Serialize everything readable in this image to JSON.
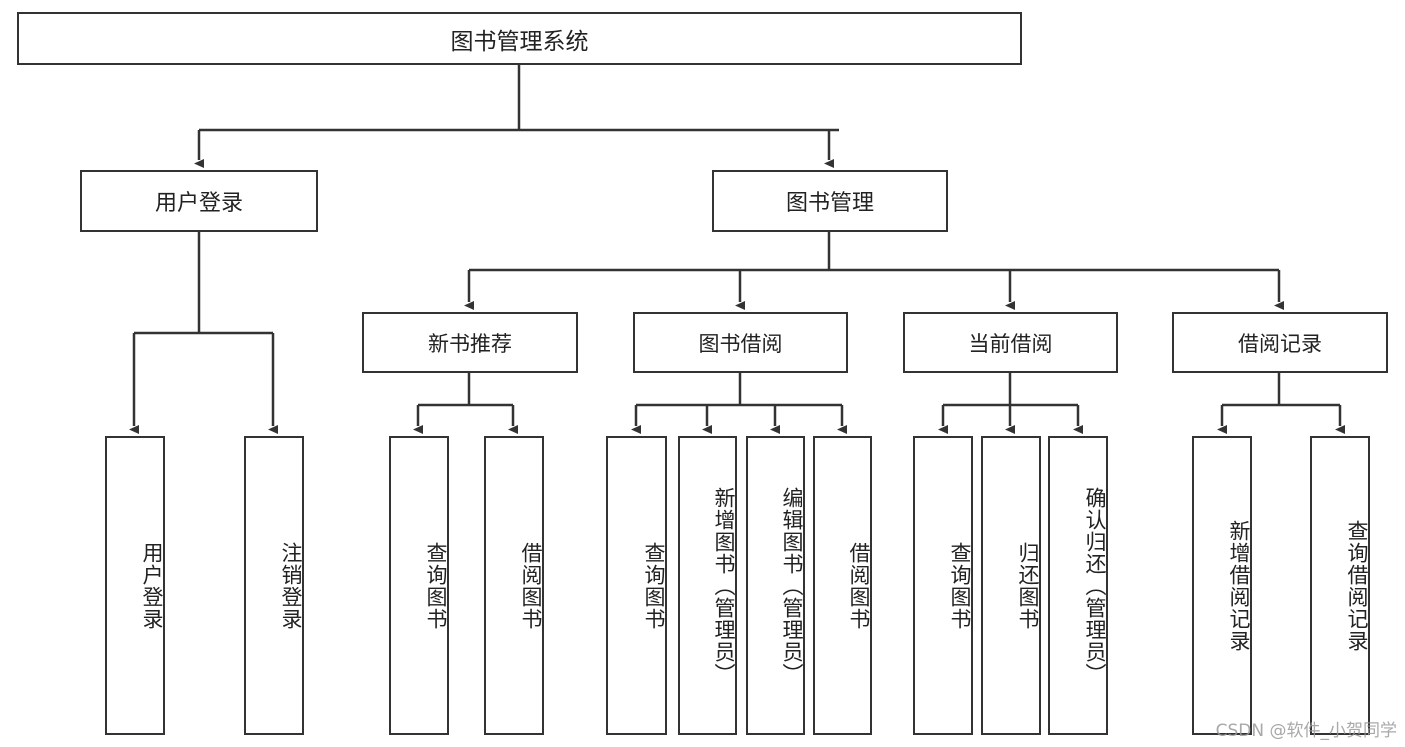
{
  "diagram": {
    "title": "图书管理系统",
    "watermark": "CSDN @软件_小贺同学",
    "line_color": "#333333",
    "box_border_color": "#333333",
    "text_color": "#222222",
    "background_color": "#ffffff",
    "root": {
      "label": "图书管理系统"
    },
    "level2": [
      {
        "label": "用户登录"
      },
      {
        "label": "图书管理"
      }
    ],
    "level3": [
      {
        "label": "新书推荐"
      },
      {
        "label": "图书借阅"
      },
      {
        "label": "当前借阅"
      },
      {
        "label": "借阅记录"
      }
    ],
    "leaves": {
      "user_login": [
        {
          "label": "用户登录"
        },
        {
          "label": "注销登录"
        }
      ],
      "new_book_recommend": [
        {
          "label": "查询图书"
        },
        {
          "label": "借阅图书"
        }
      ],
      "book_borrow": [
        {
          "label": "查询图书"
        },
        {
          "label": "新增图书（管理员）"
        },
        {
          "label": "编辑图书（管理员）"
        },
        {
          "label": "借阅图书"
        }
      ],
      "current_borrow": [
        {
          "label": "查询图书"
        },
        {
          "label": "归还图书"
        },
        {
          "label": "确认归还（管理员）"
        }
      ],
      "borrow_record": [
        {
          "label": "新增借阅记录"
        },
        {
          "label": "查询借阅记录"
        }
      ]
    }
  },
  "chart_data": {
    "type": "diagram",
    "subtype": "tree-hierarchy",
    "title": "图书管理系统",
    "orientation": "top-down",
    "levels": 4,
    "nodes": [
      {
        "id": "root",
        "label": "图书管理系统",
        "level": 0,
        "parent": null
      },
      {
        "id": "n1",
        "label": "用户登录",
        "level": 1,
        "parent": "root"
      },
      {
        "id": "n2",
        "label": "图书管理",
        "level": 1,
        "parent": "root"
      },
      {
        "id": "n1a",
        "label": "用户登录",
        "level": 2,
        "parent": "n1"
      },
      {
        "id": "n1b",
        "label": "注销登录",
        "level": 2,
        "parent": "n1"
      },
      {
        "id": "n2a",
        "label": "新书推荐",
        "level": 2,
        "parent": "n2"
      },
      {
        "id": "n2b",
        "label": "图书借阅",
        "level": 2,
        "parent": "n2"
      },
      {
        "id": "n2c",
        "label": "当前借阅",
        "level": 2,
        "parent": "n2"
      },
      {
        "id": "n2d",
        "label": "借阅记录",
        "level": 2,
        "parent": "n2"
      },
      {
        "id": "n2a1",
        "label": "查询图书",
        "level": 3,
        "parent": "n2a"
      },
      {
        "id": "n2a2",
        "label": "借阅图书",
        "level": 3,
        "parent": "n2a"
      },
      {
        "id": "n2b1",
        "label": "查询图书",
        "level": 3,
        "parent": "n2b"
      },
      {
        "id": "n2b2",
        "label": "新增图书（管理员）",
        "level": 3,
        "parent": "n2b"
      },
      {
        "id": "n2b3",
        "label": "编辑图书（管理员）",
        "level": 3,
        "parent": "n2b"
      },
      {
        "id": "n2b4",
        "label": "借阅图书",
        "level": 3,
        "parent": "n2b"
      },
      {
        "id": "n2c1",
        "label": "查询图书",
        "level": 3,
        "parent": "n2c"
      },
      {
        "id": "n2c2",
        "label": "归还图书",
        "level": 3,
        "parent": "n2c"
      },
      {
        "id": "n2c3",
        "label": "确认归还（管理员）",
        "level": 3,
        "parent": "n2c"
      },
      {
        "id": "n2d1",
        "label": "新增借阅记录",
        "level": 3,
        "parent": "n2d"
      },
      {
        "id": "n2d2",
        "label": "查询借阅记录",
        "level": 3,
        "parent": "n2d"
      }
    ]
  }
}
